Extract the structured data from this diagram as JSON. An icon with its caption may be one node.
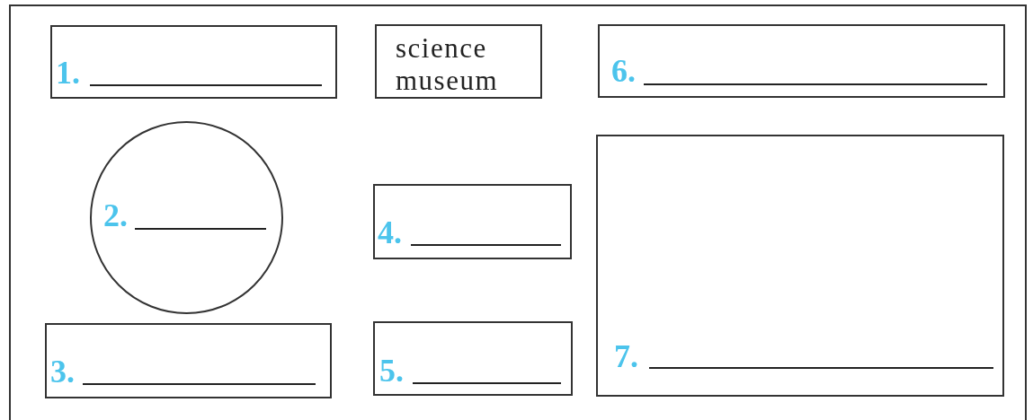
{
  "diagram": {
    "nodes": [
      {
        "text": [
          "1."
        ]
      },
      {
        "text": [
          "2."
        ]
      },
      {
        "text": [
          "3."
        ]
      },
      {
        "text": [
          "science museum"
        ]
      },
      {
        "text": [
          "4."
        ]
      },
      {
        "text": [
          "5."
        ]
      },
      {
        "text": [
          "6."
        ]
      },
      {
        "text": [
          "7."
        ]
      }
    ]
  }
}
